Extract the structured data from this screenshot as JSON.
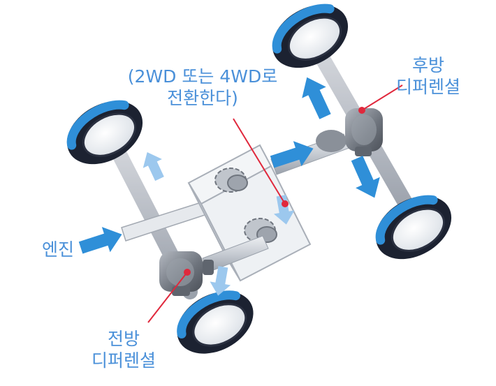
{
  "labels": {
    "switch": {
      "line1": "(2WD 또는 4WD로",
      "line2": "전환한다)"
    },
    "rear_diff": {
      "line1": "후방",
      "line2": "디퍼렌셜"
    },
    "engine": "엔진",
    "front_diff": {
      "line1": "전방",
      "line2": "디퍼렌셜"
    }
  },
  "colors": {
    "label_text": "#4a90d9",
    "leader_line": "#e0283c",
    "arrow": "#2f8fd8",
    "tire": "#1c2231",
    "shaft": "#c9cdd3"
  }
}
